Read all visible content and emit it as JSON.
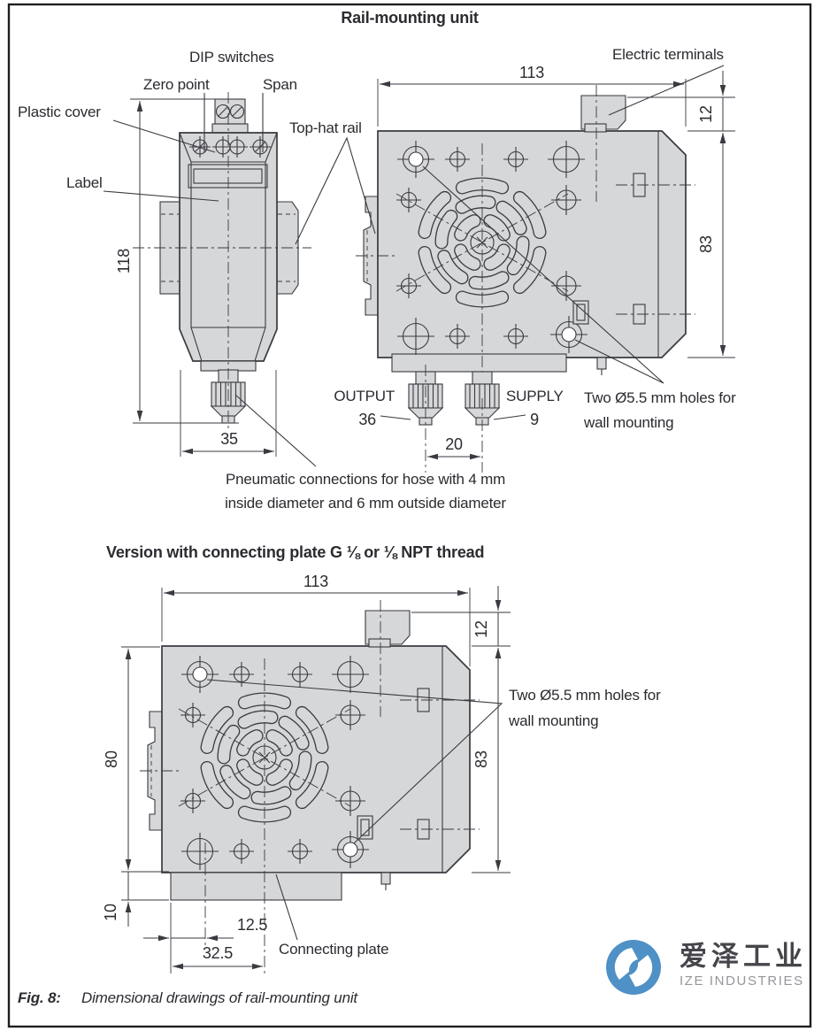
{
  "page": {
    "title": "Rail-mounting unit",
    "section2_title": "Version with connecting plate G ⅛ or ⅛ NPT thread",
    "figure_label": "Fig. 8:",
    "figure_caption": "Dimensional drawings of rail-mounting unit"
  },
  "labels": {
    "dip_switches": "DIP switches",
    "zero_point": "Zero point",
    "span": "Span",
    "plastic_cover": "Plastic cover",
    "label": "Label",
    "top_hat_rail": "Top-hat rail",
    "electric_terminals": "Electric terminals",
    "output": "OUTPUT",
    "output_port": "36",
    "supply": "SUPPLY",
    "supply_port": "9",
    "wall_holes_line1": "Two Ø5.5 mm holes for",
    "wall_holes_line2": "wall mounting",
    "pneumatic_line1": "Pneumatic connections for hose with 4 mm",
    "pneumatic_line2": "inside diameter and 6 mm outside diameter",
    "connecting_plate": "Connecting plate"
  },
  "dims": {
    "front_height": "118",
    "front_width": "35",
    "side_width": "113",
    "terminal_height": "12",
    "side_height": "83",
    "port_spacing": "20",
    "plate_version_height": "80",
    "plate_thickness": "10",
    "port_offset": "12.5",
    "plate_edge_offset": "32.5"
  },
  "logo": {
    "cn": "爱泽工业",
    "en": "IZE INDUSTRIES"
  },
  "colors": {
    "line": "#3a3a40",
    "body_fill": "#d6d7d8",
    "logo_blue": "#4f90c6"
  }
}
